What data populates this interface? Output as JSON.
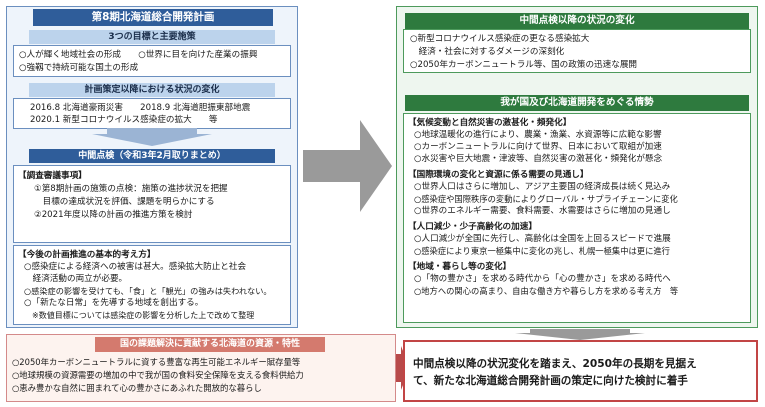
{
  "left": {
    "title": "第8期北海道総合開発計画",
    "goals_header": "3つの目標と主要施策",
    "goals": [
      "○人が輝く地域社会の形成　　○世界に目を向けた産業の振興",
      "○強靱で持続可能な国土の形成"
    ],
    "changes_header": "計画策定以降における状況の変化",
    "changes": [
      "2016.8 北海道豪雨災害　　2018.9 北海道胆振東部地震",
      "2020.1 新型コロナウイルス感染症の拡大　　等"
    ],
    "midterm_header": "中間点検（令和3年2月取りまとめ）",
    "review": {
      "heading": "【調査審議事項】",
      "lines": [
        "①第8期計画の施策の点検：施策の進捗状況を把握",
        "　目標の達成状況を評価、課題を明らかにする",
        "②2021年度以降の計画の推進方策を検討"
      ]
    },
    "direction": {
      "heading": "【今後の計画推進の基本的考え方】",
      "lines": [
        "○感染症による経済への被害は甚大。感染拡大防止と社会",
        "　経済活動の両立が必要。",
        "○感染症の影響を受けても、「食」と「観光」の強みは失われない。",
        "○「新たな日常」を先導する地域を創出する。",
        "　※数値目標については感染症の影響を分析した上で改めて整理"
      ]
    }
  },
  "right": {
    "changes_header": "中間点検以降の状況の変化",
    "changes": [
      "○新型コロナウイルス感染症の更なる感染拡大",
      "　経済・社会に対するダメージの深刻化",
      "○2050年カーボンニュートラル等、国の政策の迅速な展開"
    ],
    "trends_header": "我が国及び北海道開発をめぐる情勢",
    "sections": [
      {
        "heading": "【気候変動と自然災害の激甚化・頻発化】",
        "lines": [
          "○地球温暖化の進行により、農業・漁業、水資源等に広範な影響",
          "○カーボンニュートラルに向けて世界、日本において取組が加速",
          "○水災害や巨大地震・津波等、自然災害の激甚化・頻発化が懸念"
        ]
      },
      {
        "heading": "【国際環境の変化と資源に係る需要の見通し】",
        "lines": [
          "○世界人口はさらに増加し、アジア主要国の経済成長は続く見込み",
          "○感染症や国際秩序の変動によりグローバル・サプライチェーンに変化",
          "○世界のエネルギー需要、食料需要、水需要はさらに増加の見通し"
        ]
      },
      {
        "heading": "【人口減少・少子高齢化の加速】",
        "lines": [
          "○人口減少が全国に先行し、高齢化は全国を上回るスピードで進展",
          "○感染症により東京一極集中に変化の兆し、札幌一極集中は更に進行"
        ]
      },
      {
        "heading": "【地域・暮らし等の変化】",
        "lines": [
          "○「物の豊かさ」を求める時代から「心の豊かさ」を求める時代へ",
          "○地方への関心の高まり、自由な働き方や暮らし方を求める考え方　等"
        ]
      }
    ]
  },
  "bottom": {
    "resources_header": "国の課題解決に貢献する北海道の資源・特性",
    "resources": [
      "○2050年カーボンニュートラルに資する豊富な再生可能エネルギー賦存量等",
      "○地球規模の資源需要の増加の中で我が国の食料安全保障を支える食料供給力",
      "○恵み豊かな自然に囲まれて心の豊かさにあふれた開放的な暮らし"
    ],
    "conclusion": [
      "中間点検以降の状況変化を踏まえ、2050年の長期を見据え",
      "て、新たな北海道総合開発計画の策定に向けた検討に着手"
    ]
  },
  "colors": {
    "blue_header": "#2f5d9a",
    "light_blue_header": "#bcd3ec",
    "green_header": "#2e7a3e",
    "arrow_gray": "#9a9a9a",
    "conclusion_border": "#c24545",
    "resources_header": "#d47a6e"
  }
}
